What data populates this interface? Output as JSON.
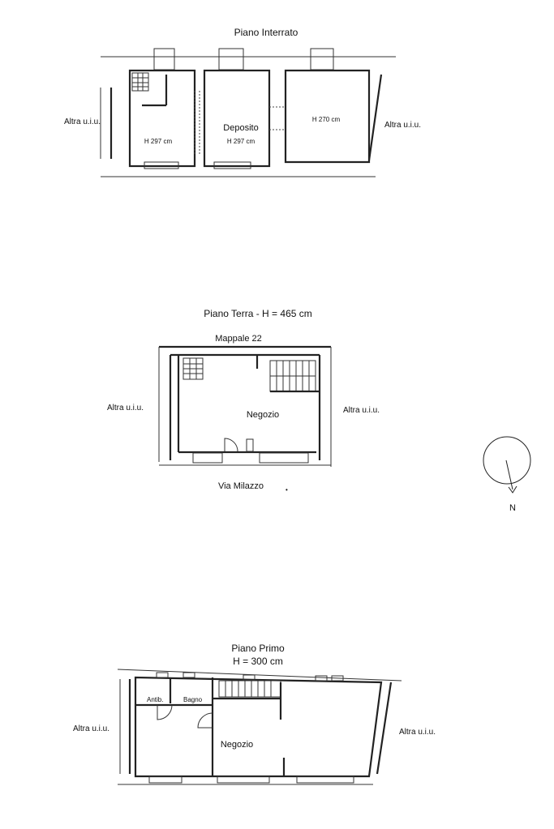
{
  "basement": {
    "title": "Piano Interrato",
    "left_label": "Altra u.i.u.",
    "right_label": "Altra u.i.u.",
    "room1_height": "H 297 cm",
    "room2_name": "Deposito",
    "room2_height": "H 297 cm",
    "room3_height": "H 270 cm"
  },
  "ground": {
    "title": "Piano Terra - H = 465 cm",
    "top_label": "Mappale 22",
    "left_label": "Altra u.i.u.",
    "right_label": "Altra u.i.u.",
    "room_name": "Negozio",
    "street_label": "Via Milazzo"
  },
  "compass": {
    "label": "N"
  },
  "first": {
    "title_line1": "Piano Primo",
    "title_line2": "H = 300 cm",
    "left_label": "Altra u.i.u.",
    "right_label": "Altra u.i.u.",
    "antib_label": "Antib.",
    "bagno_label": "Bagno",
    "room_name": "Negozio"
  }
}
